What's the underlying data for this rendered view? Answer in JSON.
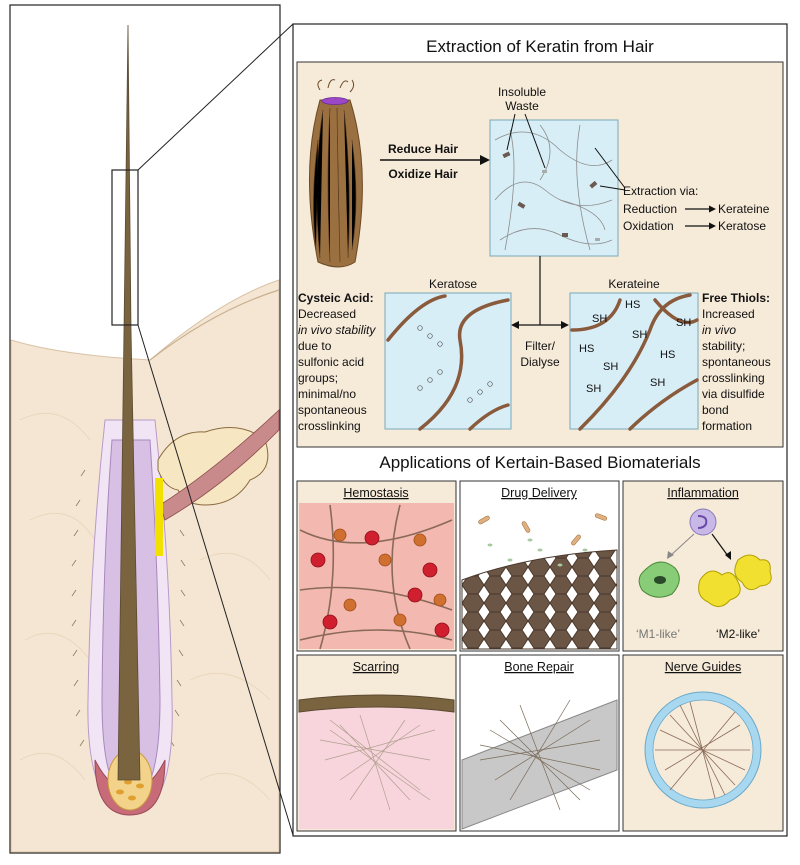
{
  "extraction": {
    "title": "Extraction of Keratin from Hair",
    "insoluble_waste": [
      "Insoluble",
      "Waste"
    ],
    "reduce_hair": "Reduce Hair",
    "oxidize_hair": "Oxidize Hair",
    "extraction_via": "Extraction via:",
    "reduction": "Reduction",
    "kerateine_product": "Kerateine",
    "oxidation": "Oxidation",
    "keratose_product": "Keratose",
    "filter_dialyse": [
      "Filter/",
      "Dialyse"
    ],
    "keratose_title": "Keratose",
    "kerateine_title": "Kerateine",
    "cysteic_heading": "Cysteic Acid:",
    "cysteic_text": [
      "Decreased",
      "in vivo stability",
      "due to",
      "sulfonic acid",
      "groups;",
      "minimal/no",
      "spontaneous",
      "crosslinking"
    ],
    "thiols_heading": "Free Thiols:",
    "thiols_text": [
      "Increased",
      "in vivo",
      "stability;",
      "spontaneous",
      "crosslinking",
      "via disulfide",
      "bond",
      "formation"
    ],
    "sh_label": "SH",
    "hs_label": "HS"
  },
  "applications": {
    "title": "Applications of Kertain-Based Biomaterials",
    "tiles": [
      "Hemostasis",
      "Drug Delivery",
      "Inflammation",
      "Scarring",
      "Bone Repair",
      "Nerve Guides"
    ],
    "m1_label": "‘M1-like’",
    "m2_label": "‘M2-like’"
  },
  "colors": {
    "hair": "#7a6440",
    "fiber": "#8a5a3c",
    "solution": "#d8eef6",
    "panel_bg": "#f6ead9",
    "skin": "#f5e6d3",
    "follicle_pink": "#c06070",
    "sheath_lilac": "#dcc8e8",
    "highlight_yellow": "#f2e000"
  }
}
